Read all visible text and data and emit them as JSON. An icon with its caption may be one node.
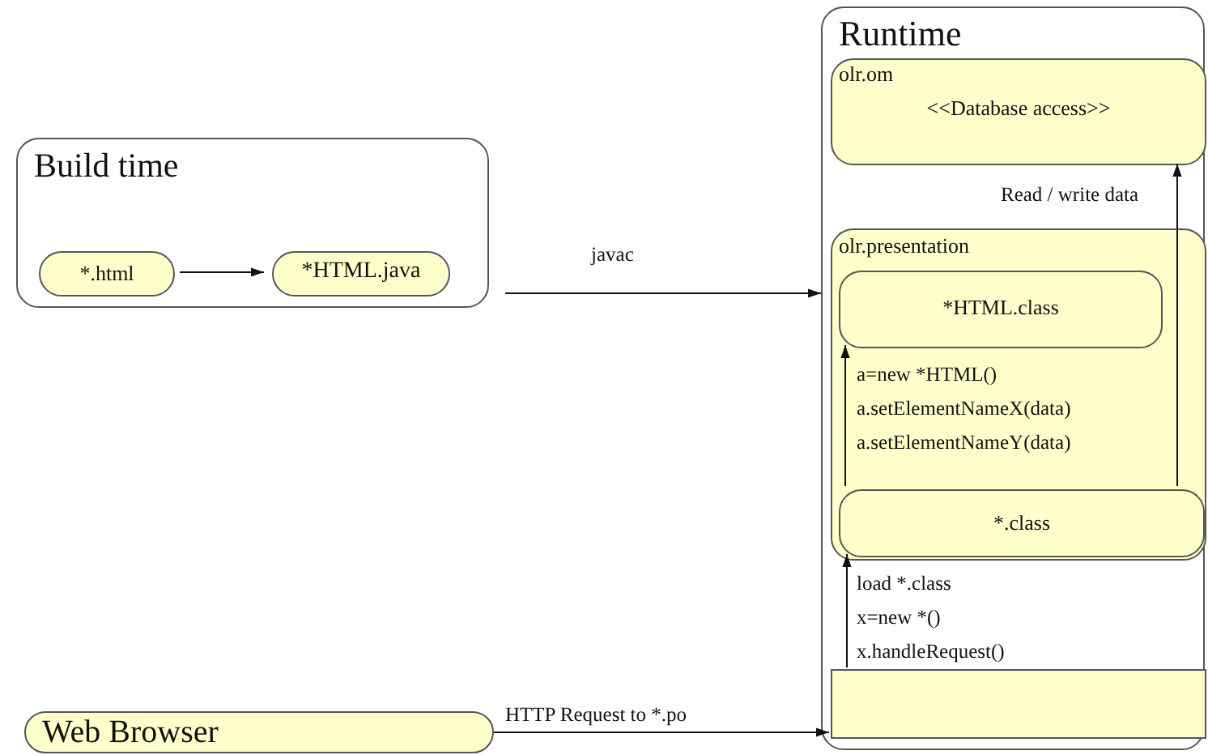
{
  "diagram": {
    "nodes": [
      {
        "text": [
          "Build time"
        ]
      },
      {
        "text": [
          "*.html"
        ],
        "in": 0
      },
      {
        "text": [
          "*HTML.java"
        ],
        "in": 0
      },
      {
        "text": [
          "Web Browser"
        ]
      },
      {
        "text": [
          "Runtime"
        ]
      },
      {
        "text": [
          "olr.om",
          "<<Database access>>"
        ],
        "in": 4
      },
      {
        "text": [
          "olr.presentation"
        ],
        "in": 4
      },
      {
        "text": [
          "*HTML.class"
        ],
        "in": 6
      },
      {
        "text": [
          "*.class"
        ],
        "in": 6
      },
      {
        "text": [],
        "shape": "box",
        "in": 4
      }
    ],
    "edges": [
      {
        "from": 1,
        "to": 2,
        "arrow": "to"
      },
      {
        "from": 0,
        "to": 4,
        "arrow": "to",
        "label": "javac"
      },
      {
        "from": 3,
        "to": 9,
        "arrow": "to",
        "label": "HTTP Request to *.po"
      },
      {
        "from": 9,
        "to": 8,
        "arrow": "to",
        "label": "load *.class x=new *() x.handleRequest()"
      },
      {
        "from": 8,
        "to": 7,
        "arrow": "to",
        "label": "a=new *HTML() a.setElementNameX(data) a.setElementNameY(data)"
      },
      {
        "from": 8,
        "to": 5,
        "arrow": "to",
        "label": "Read / write data"
      }
    ]
  }
}
